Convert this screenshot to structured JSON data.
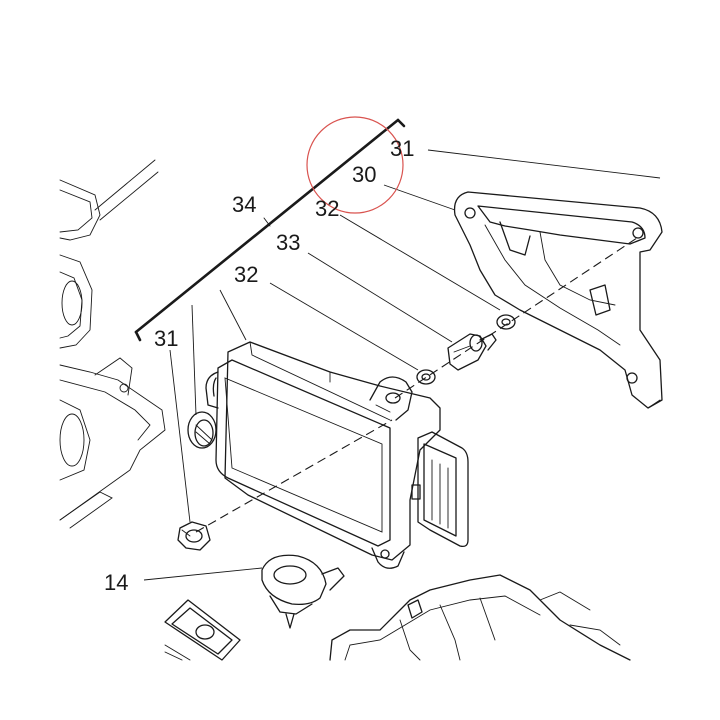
{
  "callouts": [
    {
      "key": "c31_top",
      "label": "31"
    },
    {
      "key": "c30",
      "label": "30"
    },
    {
      "key": "c32_top",
      "label": "32"
    },
    {
      "key": "c34",
      "label": "34"
    },
    {
      "key": "c33",
      "label": "33"
    },
    {
      "key": "c32_mid",
      "label": "32"
    },
    {
      "key": "c31_left",
      "label": "31"
    },
    {
      "key": "c14",
      "label": "14"
    }
  ],
  "highlight": {
    "color": "#d9534f"
  },
  "colors": {
    "ink": "#1a1a1a",
    "paper": "#ffffff"
  }
}
